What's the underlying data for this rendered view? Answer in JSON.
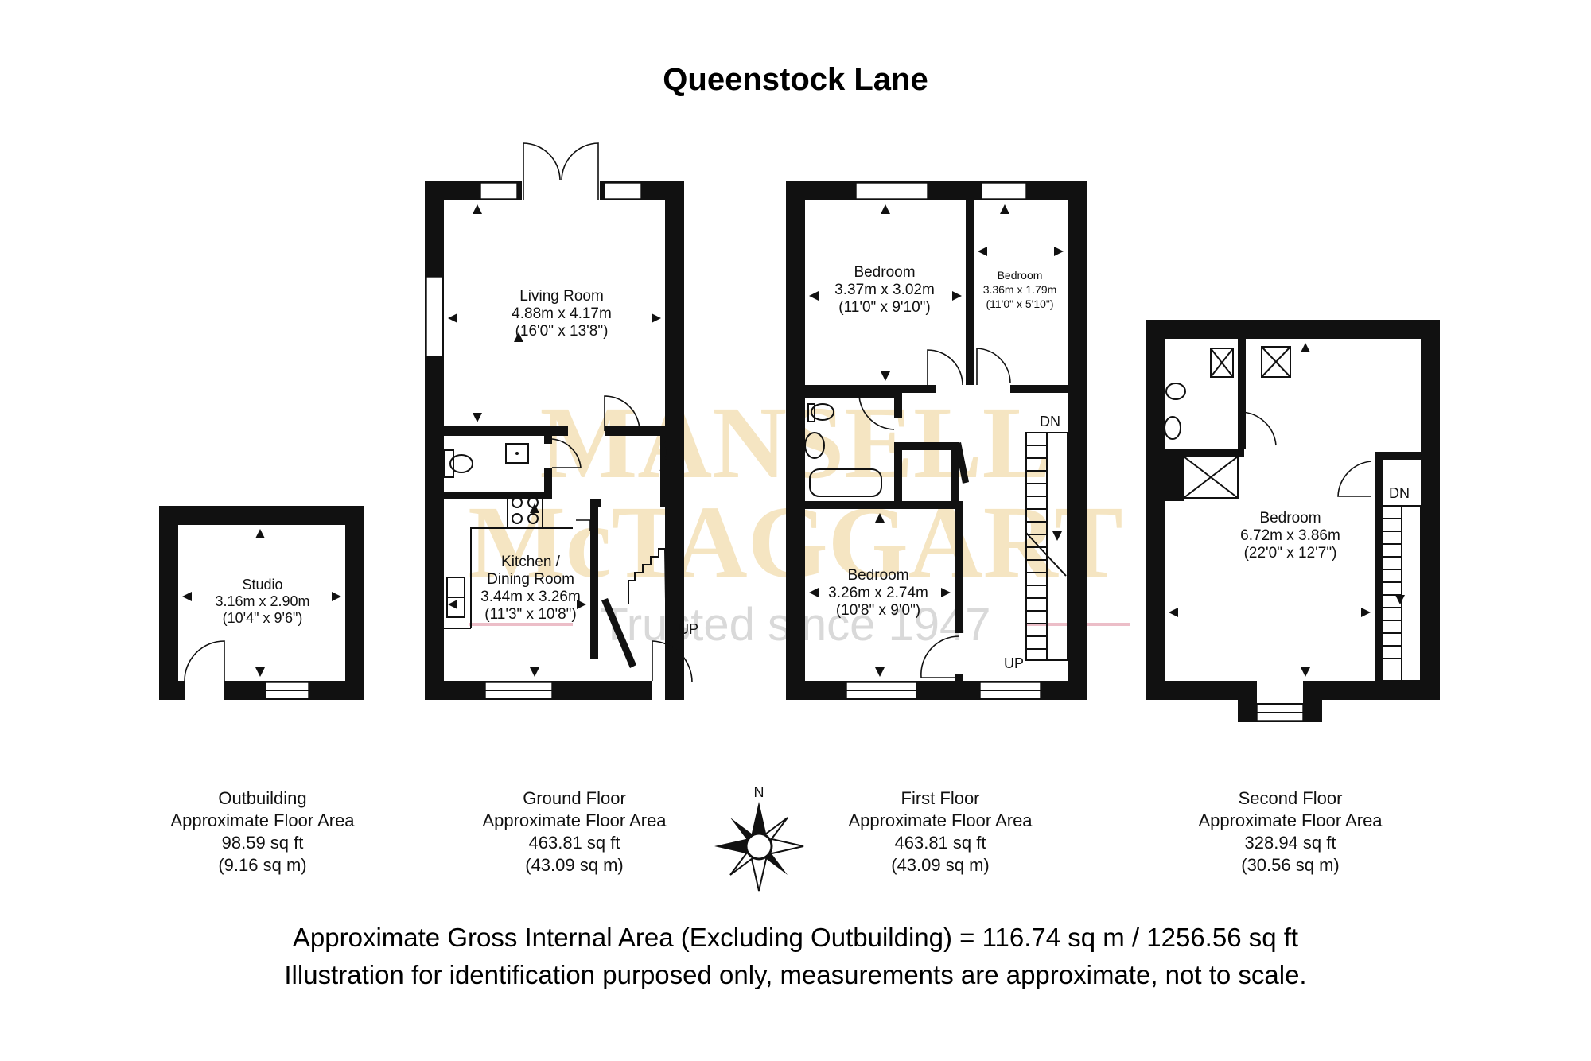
{
  "title": "Queenstock Lane",
  "watermark": {
    "line1": "MANSELL",
    "line2": "McTAGGART",
    "tagline": "Trusted since 1947",
    "colors": {
      "gold": "#e9c77a",
      "pink": "#e4a3b2"
    }
  },
  "rooms": {
    "living": {
      "name": "Living Room",
      "metric": "4.88m x 4.17m",
      "imperial": "(16'0\" x 13'8\")"
    },
    "kitchen": {
      "name_line1": "Kitchen /",
      "name_line2": "Dining Room",
      "metric": "3.44m x 3.26m",
      "imperial": "(11'3\" x 10'8\")"
    },
    "studio": {
      "name": "Studio",
      "metric": "3.16m x 2.90m",
      "imperial": "(10'4\" x 9'6\")"
    },
    "bedroom1": {
      "name": "Bedroom",
      "metric": "3.37m x 3.02m",
      "imperial": "(11'0\" x 9'10\")"
    },
    "bedroom2": {
      "name": "Bedroom",
      "metric": "3.36m x 1.79m",
      "imperial": "(11'0\" x 5'10\")"
    },
    "bedroom3": {
      "name": "Bedroom",
      "metric": "3.26m x 2.74m",
      "imperial": "(10'8\" x 9'0\")"
    },
    "bedroom4": {
      "name": "Bedroom",
      "metric": "6.72m x 3.86m",
      "imperial": "(22'0\" x 12'7\")"
    }
  },
  "stair_labels": {
    "up": "UP",
    "down": "DN"
  },
  "compass": {
    "north": "N"
  },
  "floors": [
    {
      "name": "Outbuilding",
      "caption": "Approximate Floor Area",
      "sqft": "98.59 sq ft",
      "sqm": "(9.16 sq m)"
    },
    {
      "name": "Ground Floor",
      "caption": "Approximate Floor Area",
      "sqft": "463.81 sq ft",
      "sqm": "(43.09 sq m)"
    },
    {
      "name": "First Floor",
      "caption": "Approximate Floor Area",
      "sqft": "463.81 sq ft",
      "sqm": "(43.09 sq m)"
    },
    {
      "name": "Second Floor",
      "caption": "Approximate Floor Area",
      "sqft": "328.94 sq ft",
      "sqm": "(30.56 sq m)"
    }
  ],
  "footer": {
    "line1": "Approximate Gross Internal Area (Excluding Outbuilding) = 116.74 sq m / 1256.56 sq ft",
    "line2": "Illustration for identification purposed only, measurements are approximate, not to scale."
  }
}
